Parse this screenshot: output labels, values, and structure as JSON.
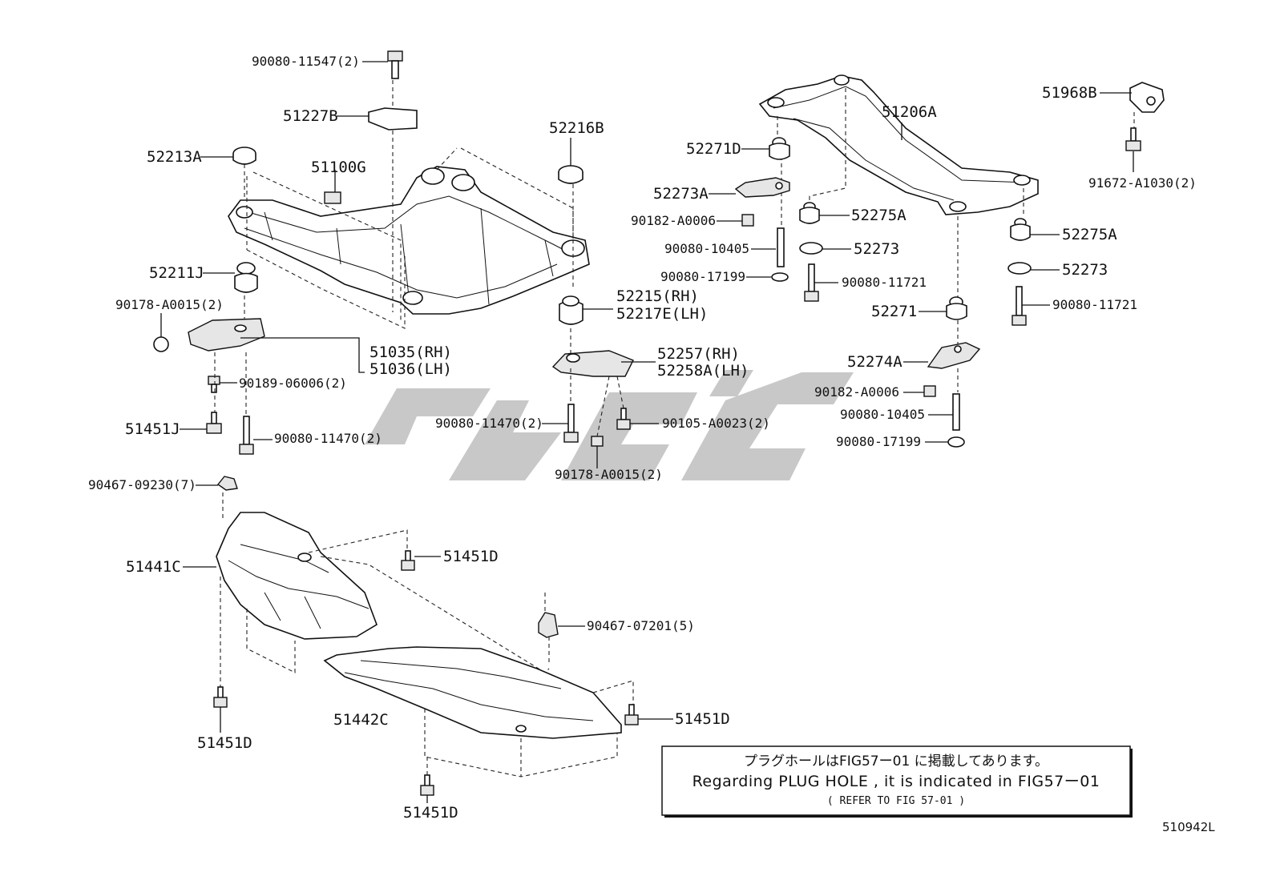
{
  "labels": {
    "l_90080_11547": "90080-11547(2)",
    "l_51227B": "51227B",
    "l_52213A": "52213A",
    "l_51100G": "51100G",
    "l_52216B": "52216B",
    "l_52211J": "52211J",
    "l_90178_A0015_a": "90178-A0015(2)",
    "l_51035": "51035(RH)",
    "l_51036": "51036(LH)",
    "l_90189_06006": "90189-06006(2)",
    "l_51451J": "51451J",
    "l_90080_11470_a": "90080-11470(2)",
    "l_52215": "52215(RH)",
    "l_52217E": "52217E(LH)",
    "l_52257": "52257(RH)",
    "l_52258A": "52258A(LH)",
    "l_90080_11470_b": "90080-11470(2)",
    "l_90105_A0023": "90105-A0023(2)",
    "l_90178_A0015_b": "90178-A0015(2)",
    "l_51968B": "51968B",
    "l_51206A": "51206A",
    "l_91672_A1030": "91672-A1030(2)",
    "l_52271D": "52271D",
    "l_52273A": "52273A",
    "l_90182_A0006_a": "90182-A0006",
    "l_90080_10405_a": "90080-10405",
    "l_90080_17199_a": "90080-17199",
    "l_52275A_a": "52275A",
    "l_52273_a": "52273",
    "l_90080_11721_a": "90080-11721",
    "l_52275A_b": "52275A",
    "l_52273_b": "52273",
    "l_90080_11721_b": "90080-11721",
    "l_52271": "52271",
    "l_52274A": "52274A",
    "l_90182_A0006_b": "90182-A0006",
    "l_90080_10405_b": "90080-10405",
    "l_90080_17199_b": "90080-17199",
    "l_90467_09230": "90467-09230(7)",
    "l_51441C": "51441C",
    "l_51451D_a": "51451D",
    "l_90467_07201": "90467-07201(5)",
    "l_51451D_b": "51451D",
    "l_51451D_c": "51451D",
    "l_51442C": "51442C",
    "l_51451D_d": "51451D"
  },
  "note": {
    "line1": "プラグホールはFIG57ー01 に掲載してあります。",
    "line2": "Regarding  PLUG HOLE , it is indicated in FIG57ー01",
    "line3": "( REFER TO FIG 57-01 )"
  },
  "diagram_code": "510942L",
  "watermark_color": "#c8c8c8"
}
